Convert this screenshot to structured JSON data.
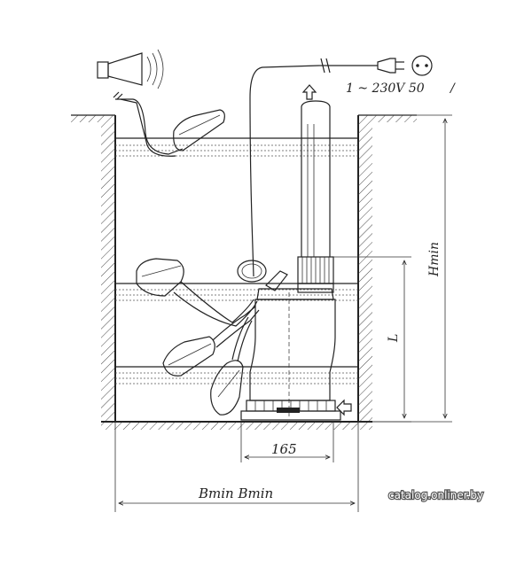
{
  "labels": {
    "power": "1 ~ 230V 50",
    "power_tail": "/",
    "h_min": "Hmin",
    "l": "L",
    "width_165": "165",
    "b_min": "Bmin Bmin"
  },
  "watermark": "catalog.onliner.by",
  "icons": [
    "alarm-horn-icon",
    "plug-icon",
    "socket-icon",
    "flow-up-arrow-icon",
    "inlet-arrow-icon"
  ],
  "colors": {
    "line": "#222222",
    "background": "#ffffff"
  }
}
